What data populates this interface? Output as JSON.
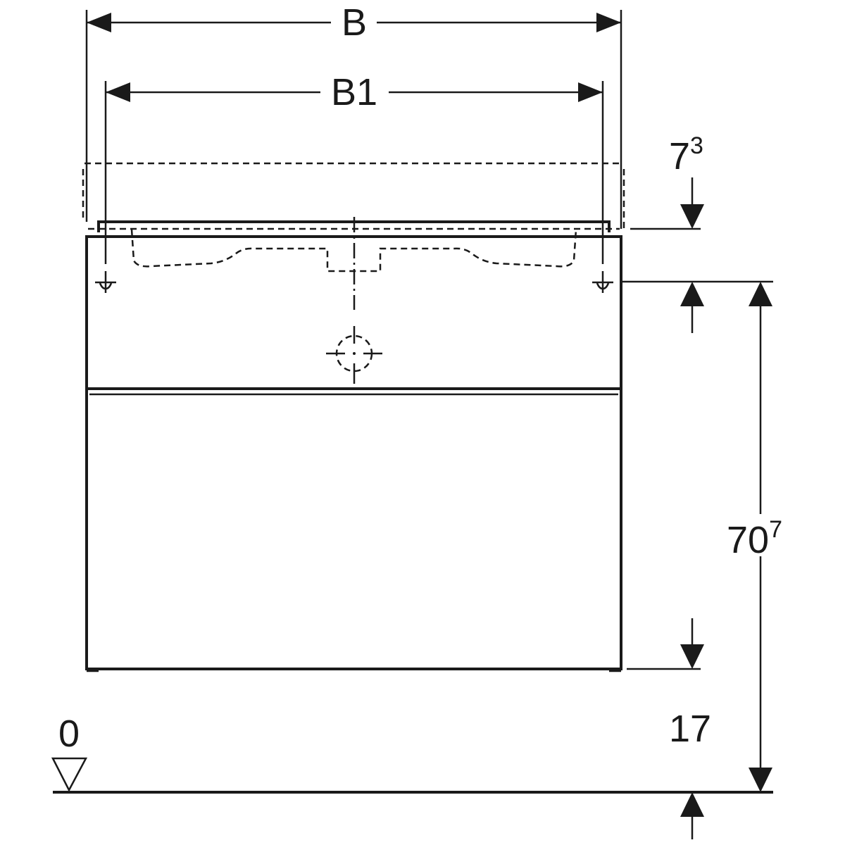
{
  "drawing": {
    "labels": {
      "width_overall": "B",
      "width_inner": "B1",
      "top_offset_main": "7",
      "top_offset_sup": "3",
      "height_main": "70",
      "height_sup": "7",
      "plinth_height": "17",
      "floor_level": "0"
    },
    "line_color": "#1a1a1a",
    "background": "#ffffff"
  }
}
